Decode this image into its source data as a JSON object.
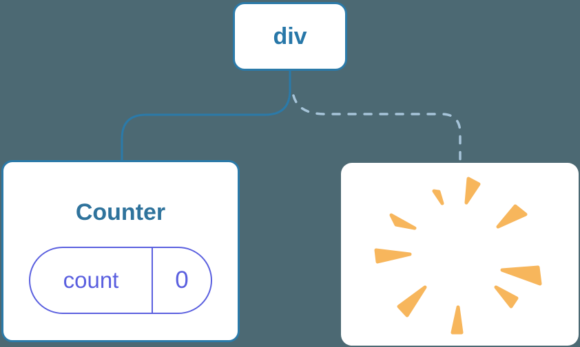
{
  "diagram": {
    "description": "React render-tree diagram: a div parent with a kept Counter child (state preserved) and a removed child shown as a poof burst",
    "root": {
      "label": "div"
    },
    "counter": {
      "title": "Counter",
      "state_key": "count",
      "state_value": "0"
    },
    "removed": {
      "icon": "poof-starburst"
    },
    "connectors": [
      {
        "from": "div",
        "to": "Counter",
        "style": "solid"
      },
      {
        "from": "div",
        "to": "removed-node",
        "style": "dashed"
      }
    ]
  },
  "colors": {
    "background": "#4C6973",
    "card_bg": "#FFFFFF",
    "node_border_blue": "#2B7AA9",
    "div_label_blue": "#2777A8",
    "counter_title_blue": "#2F739C",
    "state_purple": "#5A5FDF",
    "connector_solid": "#2B7AA9",
    "connector_dashed": "#A6C4D9",
    "burst_orange": "#F7B65C"
  }
}
